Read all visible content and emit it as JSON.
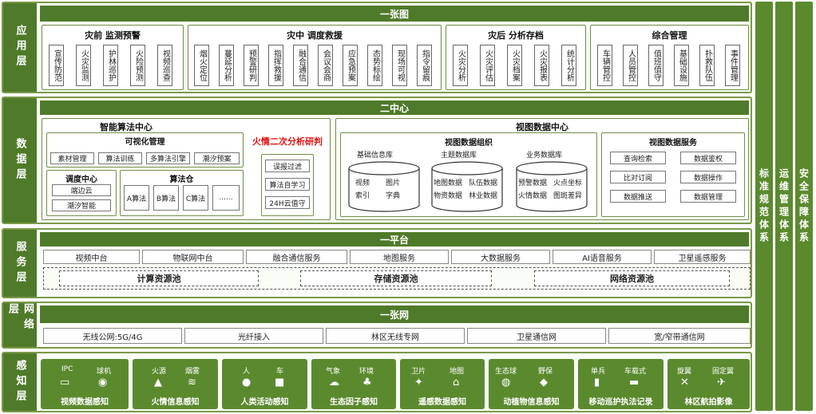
{
  "right_columns": [
    "标准规范体系",
    "运维管理体系",
    "安全保障体系"
  ],
  "application": {
    "layer": "应用层",
    "banner": "一张图",
    "groups": [
      {
        "title": "灾前 监测预警",
        "items": [
          "宣传防范",
          "火灾监测",
          "护林巡护",
          "火险预测",
          "视频巡查"
        ]
      },
      {
        "title": "灾中 调度救援",
        "items": [
          "烟火定位",
          "蔓延分析",
          "预警研判",
          "指挥救援",
          "融合通信",
          "会议会商",
          "应急预案",
          "态势标绘",
          "现场可视",
          "指令留痕"
        ]
      },
      {
        "title": "灾后 分析存档",
        "items": [
          "火灾分析",
          "火灾评估",
          "火灾档案",
          "火灾报表",
          "统计分析"
        ]
      },
      {
        "title": "综合管理",
        "items": [
          "车辆管控",
          "人员管控",
          "值班值守",
          "基础设施",
          "扑救队伍",
          "事件管理"
        ]
      }
    ]
  },
  "data": {
    "layer": "数据层",
    "banner": "二中心",
    "algo_center": {
      "title": "智能算法中心",
      "vis": {
        "title": "可视化管理",
        "items": [
          "素材管理",
          "算法训练",
          "多算法引擎",
          "潮汐预案"
        ]
      },
      "dispatch": {
        "title": "调度中心",
        "items": [
          "端边云",
          "潮汐智能"
        ]
      },
      "warehouse": {
        "title": "算法仓",
        "items": [
          "A算法",
          "B算法",
          "C算法",
          "......"
        ]
      },
      "fire": {
        "title": "火情二次分析研判",
        "items": [
          "误报过滤",
          "算法自学习",
          "24H云值守"
        ]
      }
    },
    "view_center": {
      "title": "视图数据中心",
      "org": {
        "title": "视图数据组织",
        "dbs": [
          {
            "label": "基础信息库",
            "lines": [
              "视频",
              "图片",
              "索引",
              "字典"
            ]
          },
          {
            "label": "主题数据库",
            "lines": [
              "地图数据",
              "队伍数据",
              "物资数据",
              "林业数据"
            ]
          },
          {
            "label": "业务数据库",
            "lines": [
              "预警数据",
              "火点坐标",
              "火情数据",
              "图斑差异"
            ]
          }
        ]
      },
      "service": {
        "title": "视图数据服务",
        "items": [
          "查询检索",
          "数据鉴权",
          "比对订阅",
          "数据操作",
          "数据推送",
          "数据管理"
        ]
      }
    }
  },
  "service": {
    "layer": "服务层",
    "banner": "一平台",
    "items": [
      "视频中台",
      "物联网中台",
      "融合通信服务",
      "地图服务",
      "大数据服务",
      "AI语音服务",
      "卫星遥感服务"
    ],
    "pools": [
      "计算资源池",
      "存储资源池",
      "网络资源池"
    ]
  },
  "network": {
    "layer": "网络层",
    "banner": "一张网",
    "items": [
      "无线公网:5G/4G",
      "光纤接入",
      "林区无线专网",
      "卫星通信网",
      "宽/窄带通信网"
    ]
  },
  "sensing": {
    "layer": "感知层",
    "groups": [
      {
        "a": "IPC",
        "b": "球机",
        "title": "视频数据感知"
      },
      {
        "a": "火源",
        "b": "烟雾",
        "title": "火情信息感知"
      },
      {
        "a": "人",
        "b": "车",
        "title": "人类活动感知"
      },
      {
        "a": "气象",
        "b": "环境",
        "title": "生态因子感知"
      },
      {
        "a": "卫片",
        "b": "地图",
        "title": "遥感数据感知"
      },
      {
        "a": "生态球",
        "b": "野保",
        "title": "动植物信息感知"
      },
      {
        "a": "单兵",
        "b": "车载式",
        "title": "移动巡护执法记录"
      },
      {
        "a": "旋翼",
        "b": "固定翼",
        "title": "林区航拍影像"
      }
    ]
  }
}
